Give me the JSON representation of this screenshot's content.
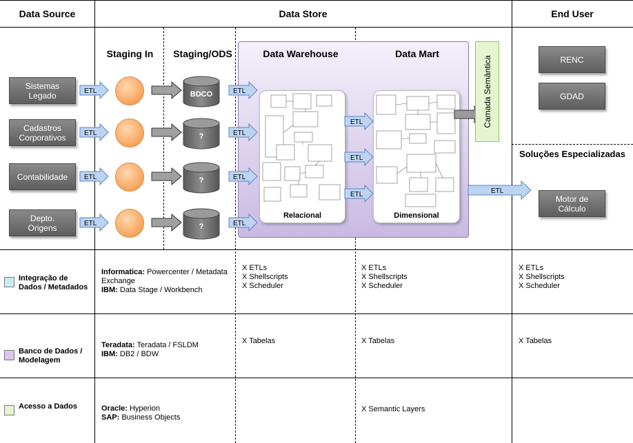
{
  "headers": {
    "data_source": "Data Source",
    "data_store": "Data Store",
    "end_user": "End User"
  },
  "stages": {
    "staging_in": "Staging In",
    "staging_ods": "Staging/ODS",
    "data_warehouse": "Data Warehouse",
    "data_mart": "Data Mart"
  },
  "sources": [
    {
      "label": "Sistemas\nLegado"
    },
    {
      "label": "Cadastros\nCorporativos"
    },
    {
      "label": "Contabilidade"
    },
    {
      "label": "Depto.\nOrigens"
    }
  ],
  "etl_label": "ETL",
  "ods_cylinders": [
    "BDCO",
    "?",
    "?",
    "?"
  ],
  "cards": {
    "relational": "Relacional",
    "dimensional": "Dimensional"
  },
  "semantic_layer": "Camada Semântica",
  "end_user": {
    "boxes": [
      "RENC",
      "GDAD"
    ],
    "specialized_title": "Soluções Especializadas",
    "calc_engine": "Motor de\nCálculo"
  },
  "rows": [
    {
      "label": "Integração de\nDados / Metadados",
      "color": "#c9ecf7",
      "tools": [
        {
          "vendor": "Informatica:",
          "product": " Powercenter / Metadata Exchange"
        },
        {
          "vendor": "IBM:",
          "product": " Data Stage / Workbench"
        }
      ],
      "col_ods": "X ETLs\nX Shellscripts\nX Scheduler",
      "col_dm": "X ETLs\nX Shellscripts\nX Scheduler",
      "col_eu": "X ETLs\nX Shellscripts\nX Scheduler"
    },
    {
      "label": "Banco de Dados /\nModelagem",
      "color": "#d9c8ec",
      "tools": [
        {
          "vendor": "Teradata:",
          "product": " Teradata / FSLDM"
        },
        {
          "vendor": "IBM:",
          "product": " DB2 / BDW"
        }
      ],
      "col_ods": "X Tabelas",
      "col_dm": "X Tabelas",
      "col_eu": "X Tabelas"
    },
    {
      "label": "Acesso a Dados",
      "color": "#e4f5cf",
      "tools": [
        {
          "vendor": "Oracle:",
          "product": " Hyperion"
        },
        {
          "vendor": "SAP:",
          "product": " Business Objects"
        }
      ],
      "col_ods": "",
      "col_dm": "X Semantic Layers",
      "col_eu": ""
    }
  ],
  "colors": {
    "dw_panel": "#d7cbea",
    "semantic_fill": "#e6f5d0",
    "etl_arrow": "#bcd3f2",
    "staging_circle": "#f7a45c",
    "source_box": "#6e6e6e"
  }
}
